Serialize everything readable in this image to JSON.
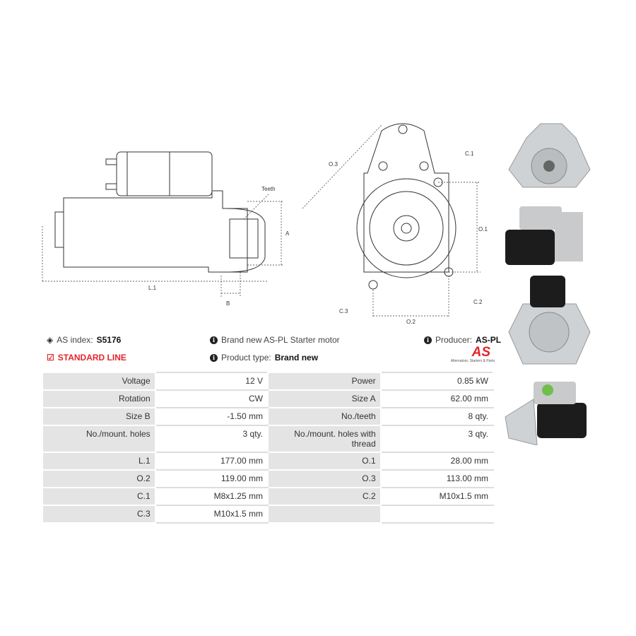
{
  "diagram_labels": {
    "teeth": "Teeth",
    "a": "A",
    "b": "B",
    "l1": "L.1",
    "o1": "O.1",
    "o2": "O.2",
    "o3": "O.3",
    "c1": "C.1",
    "c2": "C.2",
    "c3": "C.3"
  },
  "info": {
    "as_index_label": "AS index:",
    "as_index_value": "S5176",
    "line": "STANDARD LINE",
    "brand_new": "Brand new AS-PL Starter motor",
    "product_type_label": "Product type:",
    "product_type_value": "Brand new",
    "producer_label": "Producer:",
    "producer_value": "AS-PL",
    "logo_text": "AS",
    "logo_tagline": "Alternators, Starters & Parts"
  },
  "colors": {
    "accent": "#e3262b",
    "label_bg": "#e4e4e4"
  },
  "specs": [
    [
      "Voltage",
      "12 V",
      "Power",
      "0.85 kW"
    ],
    [
      "Rotation",
      "CW",
      "Size A",
      "62.00 mm"
    ],
    [
      "Size B",
      "-1.50 mm",
      "No./teeth",
      "8 qty."
    ],
    [
      "No./mount. holes",
      "3 qty.",
      "No./mount. holes with thread",
      "3 qty."
    ],
    [
      "L.1",
      "177.00 mm",
      "O.1",
      "28.00 mm"
    ],
    [
      "O.2",
      "119.00 mm",
      "O.3",
      "113.00 mm"
    ],
    [
      "C.1",
      "M8x1.25 mm",
      "C.2",
      "M10x1.5 mm"
    ],
    [
      "C.3",
      "M10x1.5 mm",
      "",
      ""
    ]
  ]
}
